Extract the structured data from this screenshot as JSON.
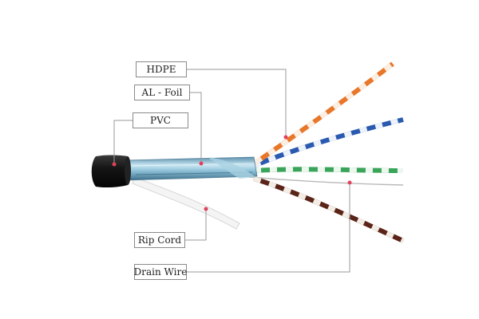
{
  "labels": {
    "hdpe": "HDPE",
    "al_foil": "AL - Foil",
    "pvc": "PVC",
    "rip_cord": "Rip  Cord",
    "drain_wire": "Drain Wire"
  },
  "colors": {
    "jacket": "#1a1a1a",
    "foil": "#8fc3d8",
    "orange_pair": "#e8772a",
    "blue_pair": "#2a5ab0",
    "green_pair": "#3aa55a",
    "brown_pair": "#5a2418",
    "leader_line": "#9a9a9a",
    "marker_dot": "#e0405a"
  }
}
